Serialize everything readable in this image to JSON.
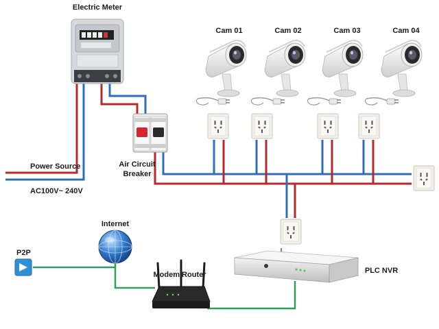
{
  "labels": {
    "electric_meter": "Electric Meter",
    "power_source": "Power Source",
    "voltage": "AC100V~ 240V",
    "air_circuit_breaker_line1": "Air Circuit",
    "air_circuit_breaker_line2": "Breaker",
    "internet": "Internet",
    "p2p": "P2P",
    "modem_router": "Modem Router",
    "plc_nvr": "PLC NVR"
  },
  "cameras": [
    {
      "label": "Cam 01"
    },
    {
      "label": "Cam 02"
    },
    {
      "label": "Cam 03"
    },
    {
      "label": "Cam 04"
    }
  ],
  "colors": {
    "live_wire": "#b5282c",
    "neutral_wire": "#2f6db5",
    "network_wire": "#2e9e58",
    "socket": "#f2f0ea",
    "globe": "#2f78c9",
    "p2p_icon": "#2f8fd6"
  }
}
